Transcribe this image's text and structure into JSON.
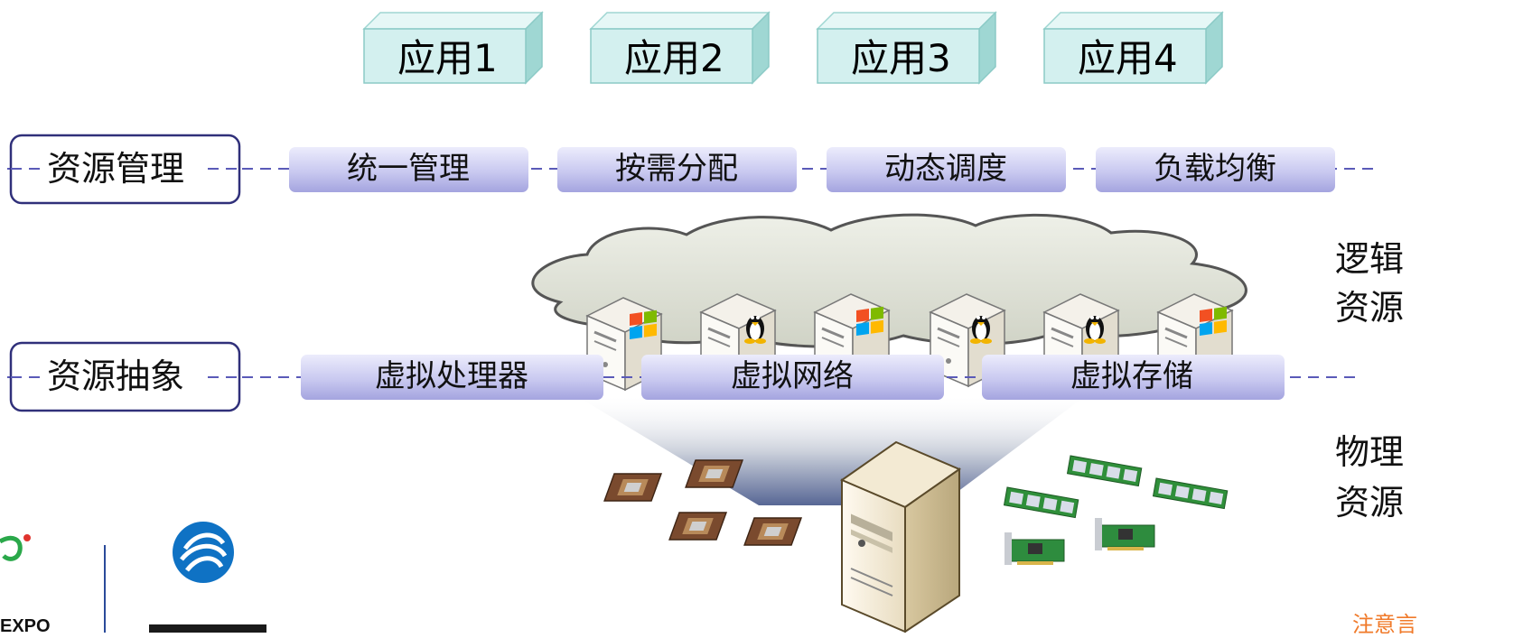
{
  "colors": {
    "app_box_front": "#d4f1f0",
    "app_box_top": "#e8f8f7",
    "app_box_side": "#a9dcd9",
    "pill_top": "#e8e8fb",
    "pill_bottom": "#a8a8e2",
    "dashed_line": "#5a5ab8",
    "layer_border": "#30307a",
    "cloud_fill": "#dfe2d8",
    "note_color": "#f07a2a"
  },
  "apps": [
    "应用1",
    "应用2",
    "应用3",
    "应用4"
  ],
  "layers": {
    "management": {
      "label": "资源管理",
      "items": [
        "统一管理",
        "按需分配",
        "动态调度",
        "负载均衡"
      ]
    },
    "abstraction": {
      "label": "资源抽象",
      "items": [
        "虚拟处理器",
        "虚拟网络",
        "虚拟存储"
      ]
    }
  },
  "side_labels": {
    "logical": [
      "逻辑",
      "资源"
    ],
    "physical": [
      "物理",
      "资源"
    ]
  },
  "note": "注意⾔",
  "icons": [
    "windows-logo",
    "linux-tux",
    "windows-logo",
    "linux-tux",
    "linux-tux",
    "windows-logo"
  ]
}
